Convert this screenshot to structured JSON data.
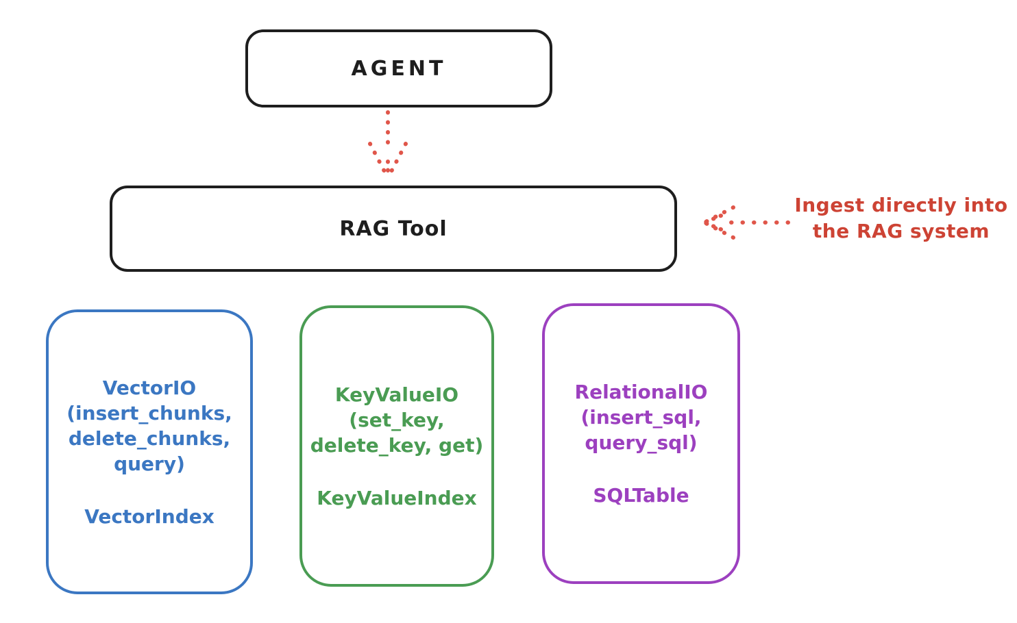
{
  "nodes": {
    "agent": {
      "label": "AGENT",
      "stroke": "#1e1e1e"
    },
    "rag_tool": {
      "label": "RAG Tool",
      "stroke": "#1e1e1e"
    },
    "backends": [
      {
        "name": "vector-io",
        "color": "#3b77c2",
        "lines": [
          "VectorIO",
          "(insert_chunks,",
          "delete_chunks,",
          "query)"
        ],
        "index_label": "VectorIndex"
      },
      {
        "name": "key-value-io",
        "color": "#4a9c53",
        "lines": [
          "KeyValueIO",
          "(set_key,",
          "delete_key, get)"
        ],
        "index_label": "KeyValueIndex"
      },
      {
        "name": "relational-io",
        "color": "#9c40bf",
        "lines": [
          "RelationalIO",
          "(insert_sql,",
          "query_sql)"
        ],
        "index_label": "SQLTable"
      }
    ]
  },
  "annotation": {
    "lines": [
      "Ingest directly into",
      "the RAG system"
    ],
    "text_color": "#cd4334",
    "arrow_color": "#e0564a"
  },
  "arrows": {
    "agent_to_rag_color": "#e0564a"
  }
}
